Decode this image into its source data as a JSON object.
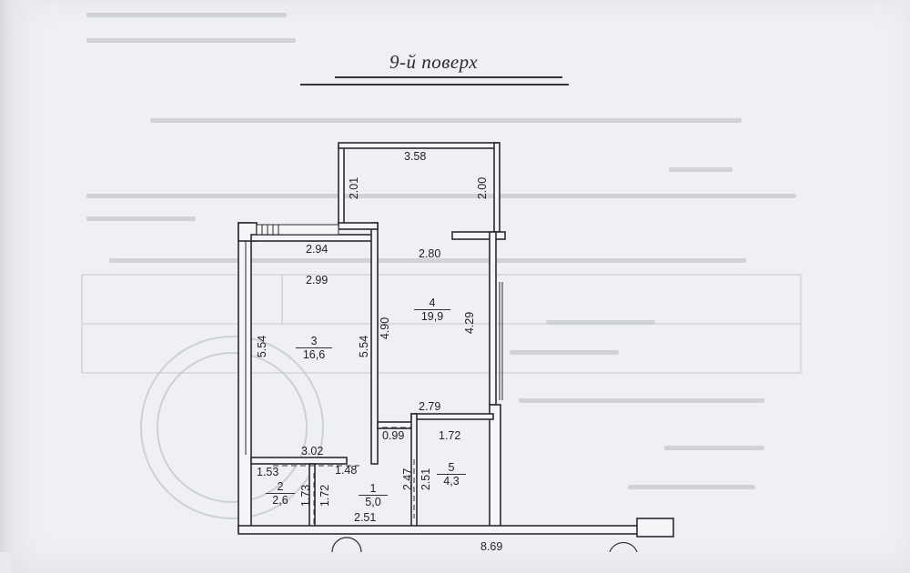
{
  "floor_title": "9-й поверх",
  "rooms": [
    {
      "number": "1",
      "area": "5,0"
    },
    {
      "number": "2",
      "area": "2,6"
    },
    {
      "number": "3",
      "area": "16,6"
    },
    {
      "number": "4",
      "area": "19,9"
    },
    {
      "number": "5",
      "area": "4,3"
    }
  ],
  "dims": {
    "r4_top": "3.58",
    "r4_left": "2.01",
    "r4_right_upper": "2.00",
    "r4_mid": "2.80",
    "r4_right": "4.29",
    "r4_height": "4.90",
    "r4_bottom": "2.79",
    "r3_top": "2.94",
    "r3_inner": "2.99",
    "r3_left": "5.54",
    "r3_right": "5.54",
    "r3_bottom": "3.02",
    "r5_top_a": "0.99",
    "r5_top_b": "1.72",
    "r5_left_a": "2.47",
    "r5_left_b": "2.51",
    "r2_top": "1.53",
    "r2_left": "1.73",
    "r2_right": "1.72",
    "hall_top": "1.48",
    "hall_bottom": "2.51",
    "total_width": "8.69"
  }
}
